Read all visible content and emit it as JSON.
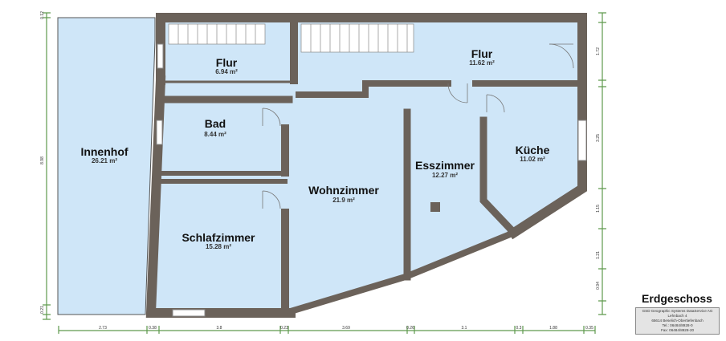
{
  "floor_title": "Erdgeschoss",
  "rooms": [
    {
      "name": "Flur",
      "area": "6.94 m²"
    },
    {
      "name": "Flur",
      "area": "11.62 m²"
    },
    {
      "name": "Bad",
      "area": "8.44 m²"
    },
    {
      "name": "Innenhof",
      "area": "26.21 m²"
    },
    {
      "name": "Wohnzimmer",
      "area": "21.9 m²"
    },
    {
      "name": "Esszimmer",
      "area": "12.27 m²"
    },
    {
      "name": "Küche",
      "area": "11.02 m²"
    },
    {
      "name": "Schlafzimmer",
      "area": "15.28 m²"
    }
  ],
  "dimensions": {
    "bottom": [
      "2.73",
      "0.38",
      "3.8",
      "0.23",
      "3.69",
      "0.26",
      "3.1",
      "0.3",
      "1.88",
      "0.35"
    ],
    "right": [
      "1.72",
      "3.25",
      "1.15",
      "1.21",
      "0.94"
    ],
    "left": [
      "0.12",
      "8.98",
      "0.21"
    ]
  },
  "title_block": {
    "company": "GSD Geographic Systems DataService AG",
    "street": "Lehnbach 4",
    "city": "65614 Beselich-Obertiefenbach",
    "tel": "Tel.: 06484/8928-0",
    "fax": "Fax: 06484/8928-20"
  },
  "colors": {
    "wall": "#6b625a",
    "floor": "#cfe6f8",
    "dimension": "#5f9a4e"
  }
}
